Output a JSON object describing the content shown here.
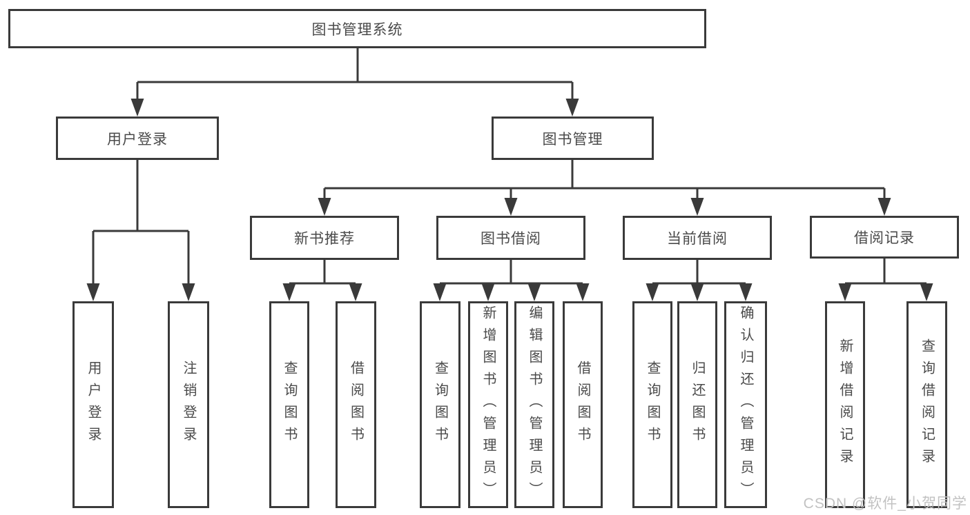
{
  "root": {
    "label": "图书管理系统"
  },
  "user_login": {
    "label": "用户登录",
    "children": [
      {
        "label": "用户登录"
      },
      {
        "label": "注销登录"
      }
    ]
  },
  "book_management": {
    "label": "图书管理",
    "sections": [
      {
        "label": "新书推荐",
        "children": [
          {
            "label": "查询图书"
          },
          {
            "label": "借阅图书"
          }
        ]
      },
      {
        "label": "图书借阅",
        "children": [
          {
            "label": "查询图书"
          },
          {
            "label": "新增图书（管理员）"
          },
          {
            "label": "编辑图书（管理员）"
          },
          {
            "label": "借阅图书"
          }
        ]
      },
      {
        "label": "当前借阅",
        "children": [
          {
            "label": "查询图书"
          },
          {
            "label": "归还图书"
          },
          {
            "label": "确认归还（管理员）"
          }
        ]
      },
      {
        "label": "借阅记录",
        "children": [
          {
            "label": "新增借阅记录"
          },
          {
            "label": "查询借阅记录"
          }
        ]
      }
    ]
  },
  "watermark": {
    "text": "CSDN @软件_小贺同学"
  },
  "colors": {
    "line": "#3a3a3a",
    "text": "#4a4a4a",
    "box_bg": "#ffffff",
    "watermark": "#c2c2c2"
  }
}
